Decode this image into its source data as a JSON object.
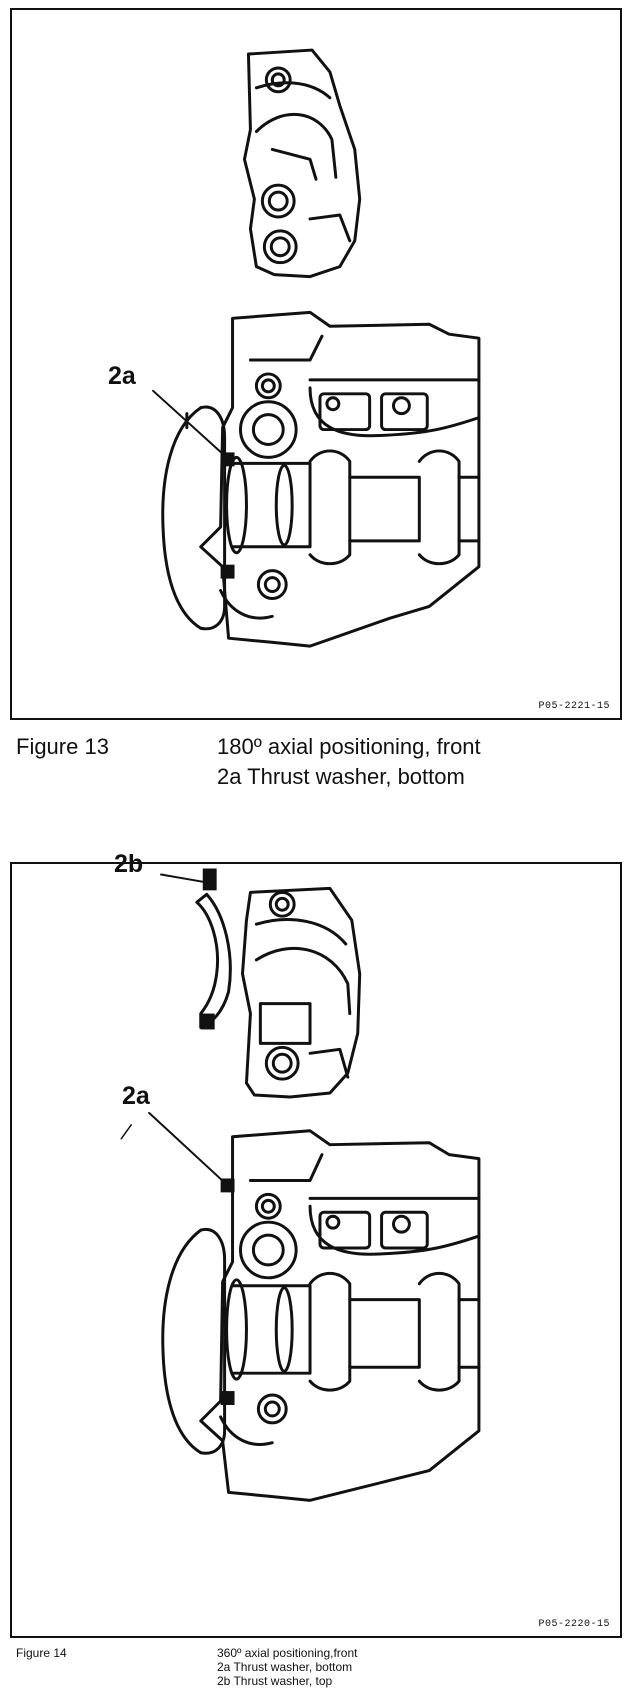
{
  "figures": [
    {
      "callouts": [
        "2a"
      ],
      "ref_code": "P05-2221-15",
      "caption": {
        "number": "Figure 13",
        "lines": [
          "180º axial positioning, front",
          "2a  Thrust washer, bottom"
        ]
      }
    },
    {
      "callouts": [
        "2b",
        "2a"
      ],
      "ref_code": "P05-2220-15",
      "caption": {
        "number": "Figure 14",
        "lines": [
          "360º axial positioning,front",
          "2a Thrust washer, bottom",
          "2b Thrust washer, top"
        ]
      }
    }
  ]
}
